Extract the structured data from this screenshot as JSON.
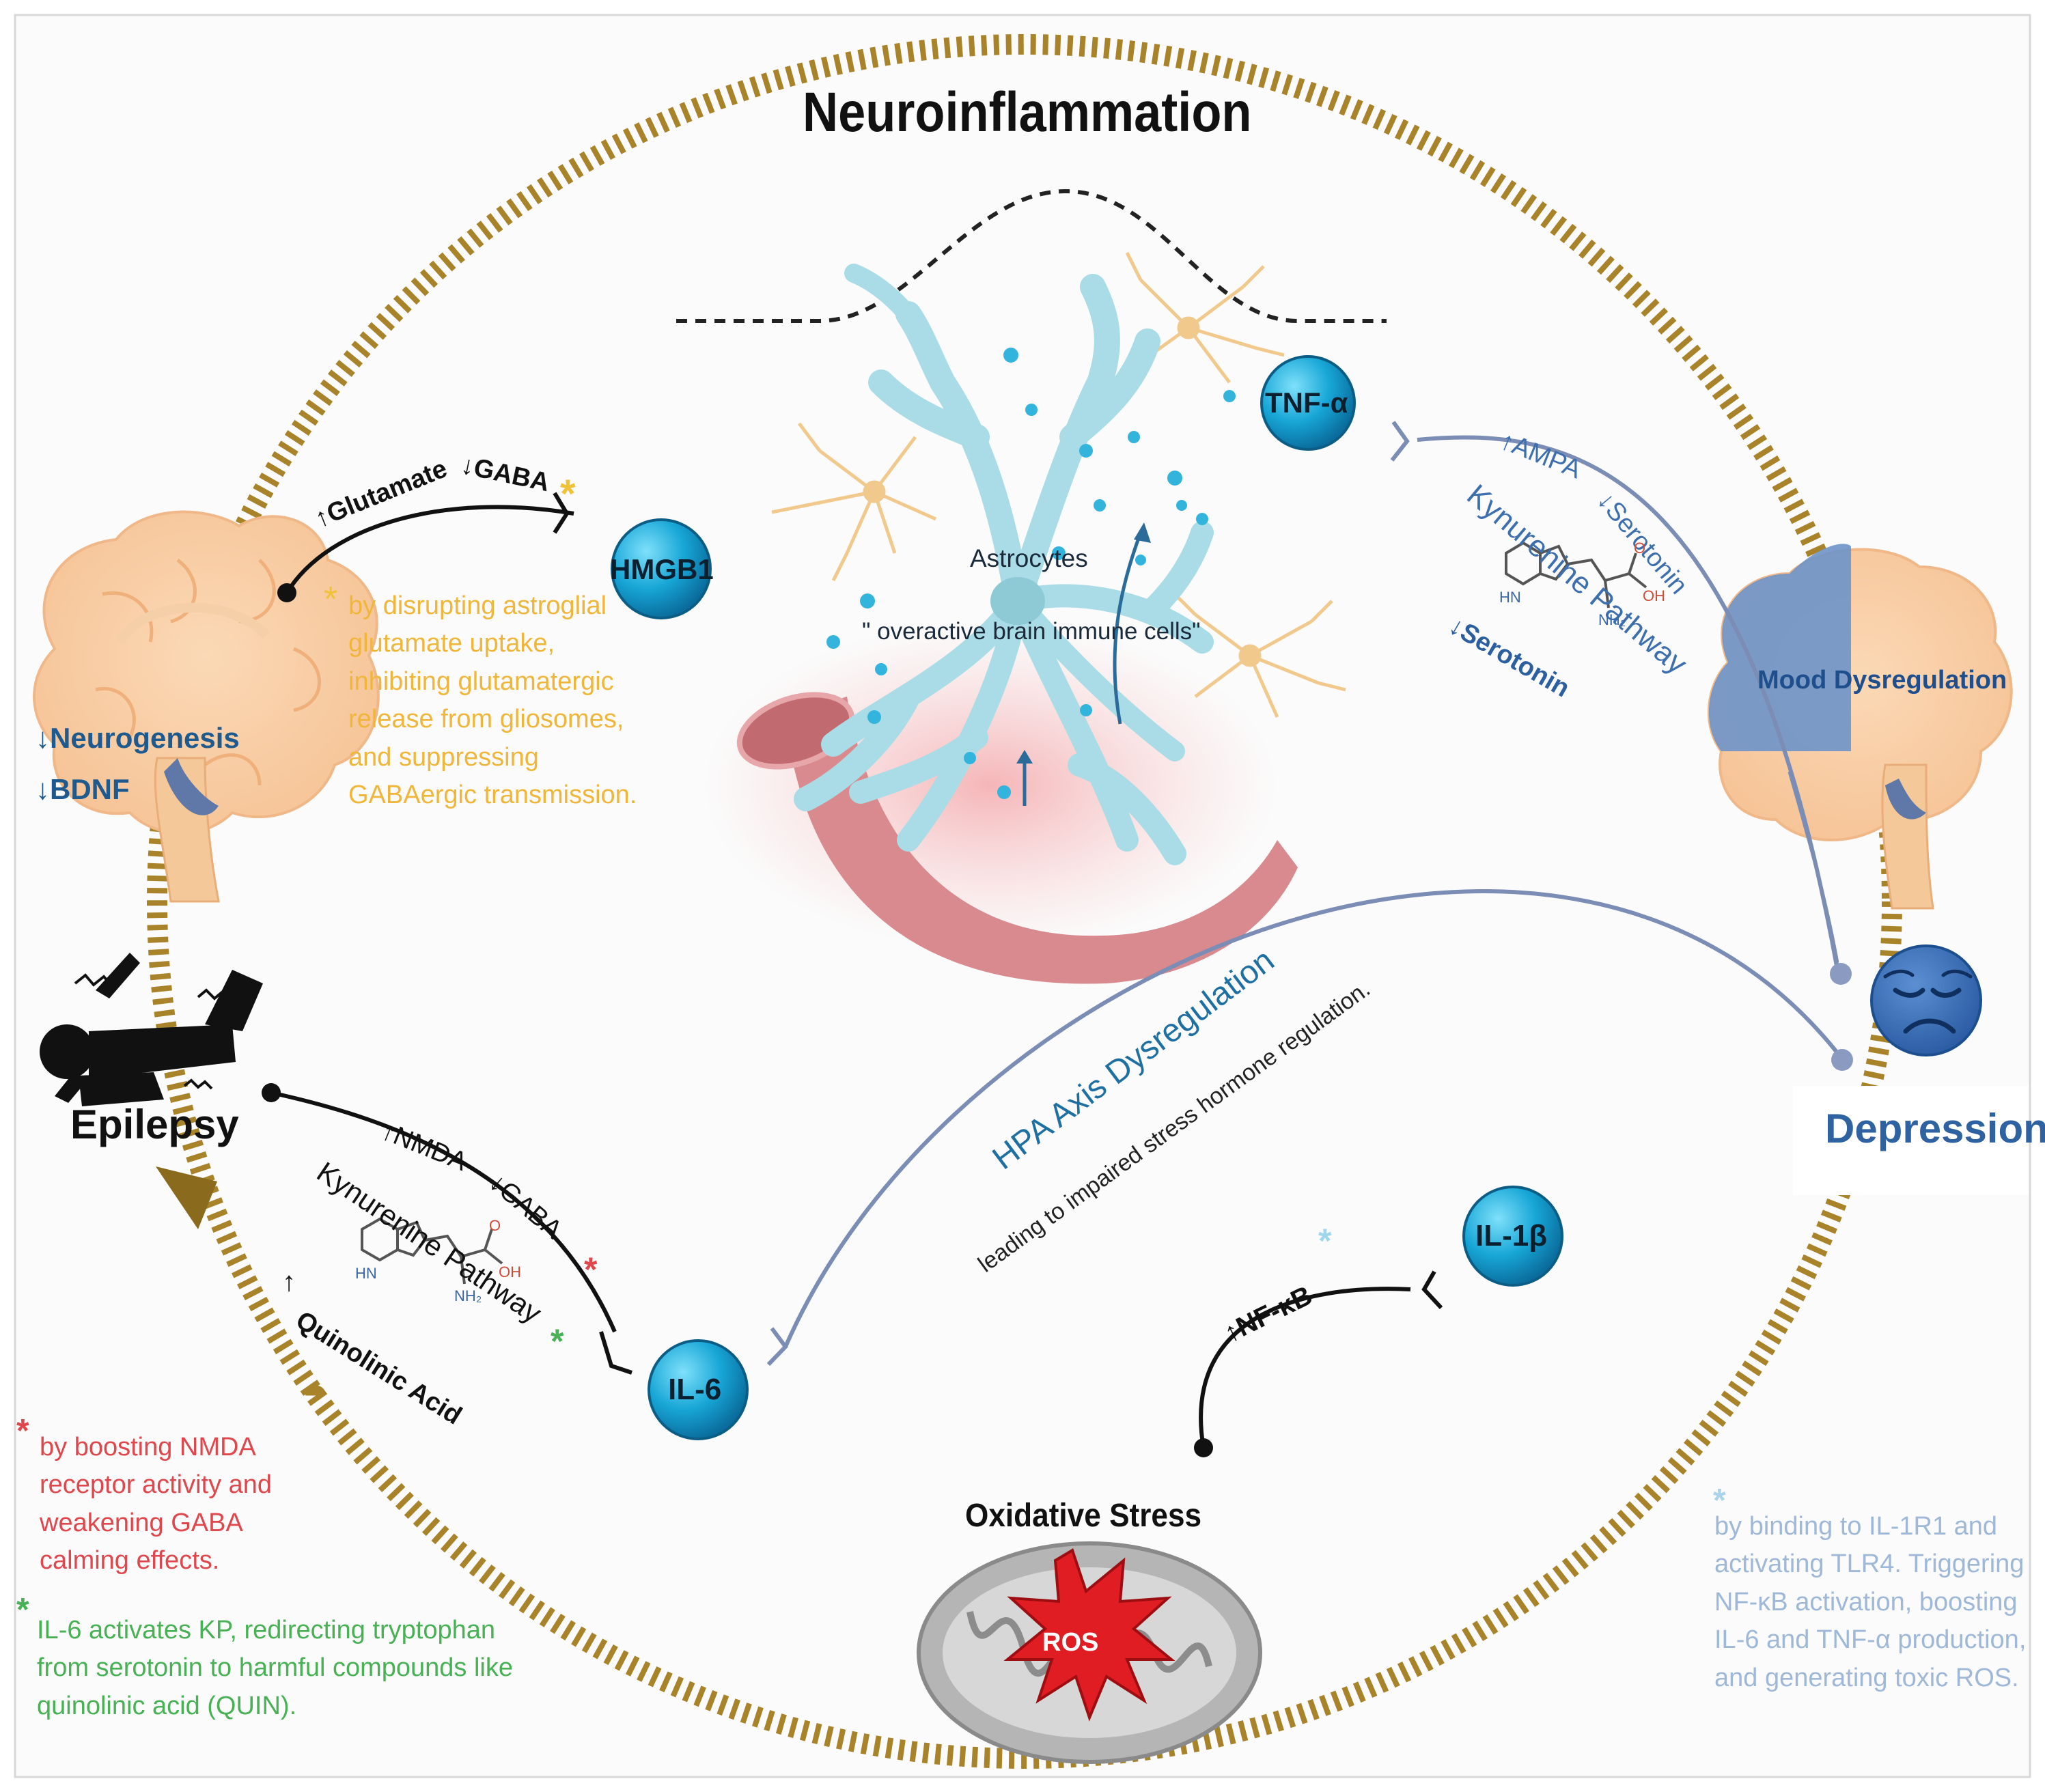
{
  "title": "Neuroinflammation",
  "center": {
    "astrocytes_label": "Astrocytes",
    "astrocytes_note": "\" overactive brain immune cells\""
  },
  "cytokines": {
    "tnf": "TNF-α",
    "hmgb1": "HMGB1",
    "il6": "IL-6",
    "il1b": "IL-1β"
  },
  "left_brain": {
    "neurogenesis": "↓Neurogenesis",
    "bdnf": "↓BDNF"
  },
  "hmgb1_path": {
    "glutamate": "↑Glutamate",
    "gaba": "↓GABA",
    "star": "*",
    "note": "by disrupting astroglial glutamate uptake, inhibiting glutamatergic release from gliosomes, and suppressing GABAergic transmission."
  },
  "tnf_path": {
    "ampa": "↑AMPA",
    "serotonin": "↓Serotonin",
    "kynurenine": "Kynurenine Pathway",
    "serotonin_bold": "↓Serotonin"
  },
  "right_brain": {
    "mood": "Mood Dysregulation"
  },
  "epilepsy": "Epilepsy",
  "depression": "Depression",
  "il6_path": {
    "nmda": "↑NMDA",
    "gaba": "↓GABA",
    "kynurenine": "Kynurenine Pathway",
    "quinolinic": "Quinolinic Acid",
    "quinolinic_arrow": "↑",
    "star_red": "*",
    "star_green": "*"
  },
  "hpa": {
    "title": "HPA Axis Dysregulation",
    "subtitle": "leading to impaired stress hormone regulation."
  },
  "il1b_path": {
    "nfkb": "↑NF-κB",
    "star": "*"
  },
  "oxidative": {
    "label": "Oxidative Stress",
    "ros": "ROS"
  },
  "molecule_labels": {
    "hn": "HN",
    "nh2": "NH₂",
    "oh": "OH",
    "o": "O"
  },
  "notes": {
    "red_star": "*",
    "red": "by boosting NMDA receptor activity and weakening GABA calming effects.",
    "green_star": "*",
    "green": "IL-6 activates KP, redirecting tryptophan from serotonin to harmful compounds like quinolinic acid (QUIN).",
    "blue_star": "*",
    "blue": "by binding to IL-1R1 and activating TLR4. Triggering NF-κB activation, boosting IL-6 and TNF-α production, and generating toxic ROS."
  },
  "colors": {
    "gold_ring": "#a8832a",
    "cytokine": "#17a6d6",
    "hmgb1_text": "#f0b63a",
    "red_text": "#e0474c",
    "green_text": "#49b155",
    "blue_note": "#9fb8d8",
    "dark_blue": "#1e5a8e",
    "depression_blue": "#2f62a1"
  }
}
